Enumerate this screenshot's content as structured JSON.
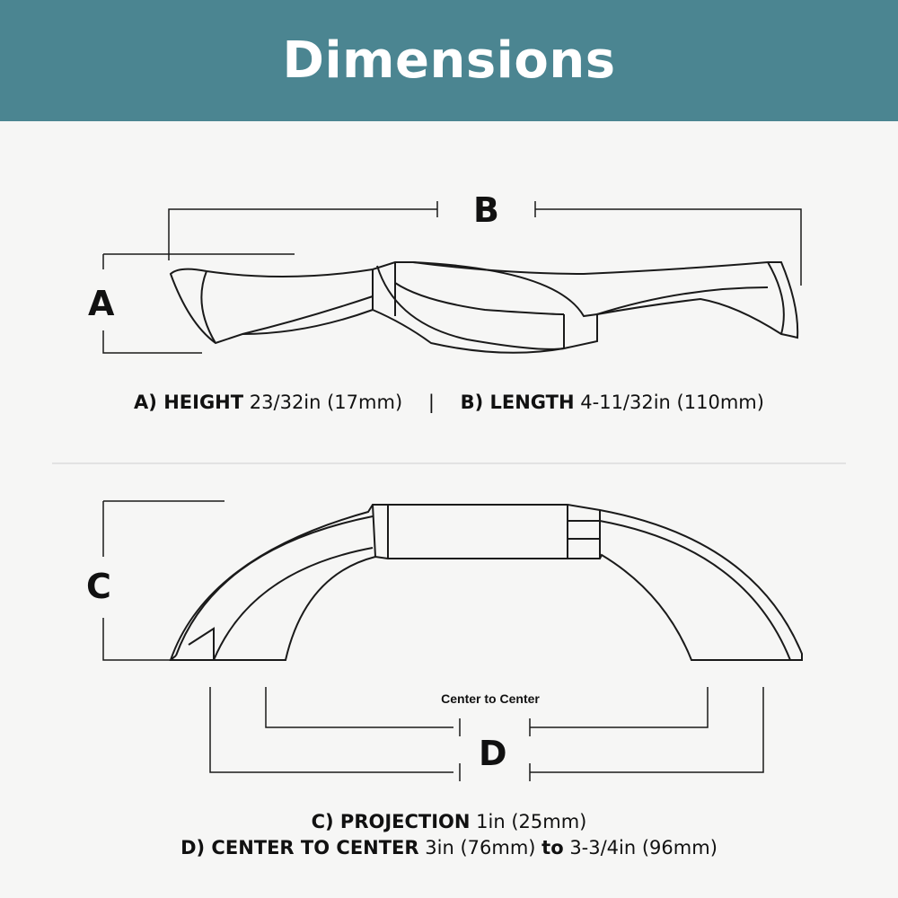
{
  "title": "Dimensions",
  "labels": {
    "a": "A",
    "b": "B",
    "c": "C",
    "d": "D",
    "center_to_center": "Center to Center"
  },
  "specs": {
    "height": {
      "key": "A) HEIGHT",
      "value": "23/32in (17mm)"
    },
    "divider": "|",
    "length": {
      "key": "B) LENGTH",
      "value": "4-11/32in (110mm)"
    },
    "projection": {
      "key": "C) PROJECTION",
      "value": "1in (25mm)"
    },
    "center_to_center": {
      "key": "D) CENTER TO CENTER",
      "value_min": "3in (76mm)",
      "joiner": "to",
      "value_max": "3-3/4in (96mm)"
    }
  },
  "colors": {
    "header": "#4b8591",
    "line": "#1a1a1a"
  }
}
